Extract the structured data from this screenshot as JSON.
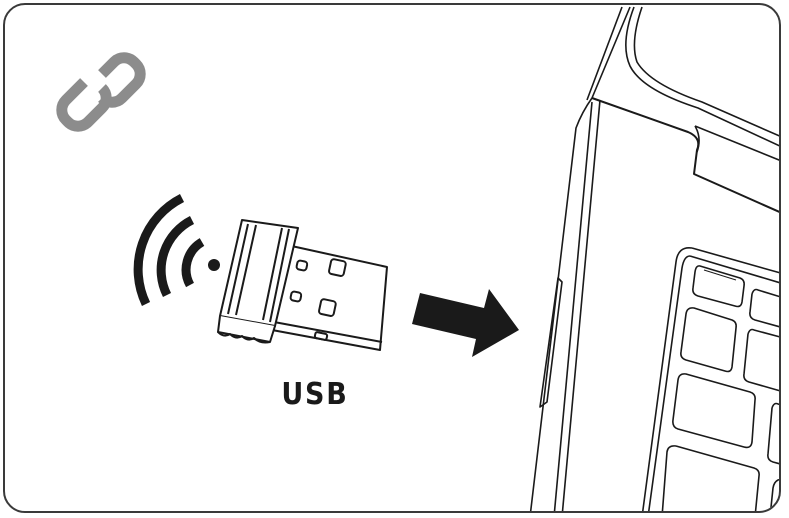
{
  "diagram": {
    "label": "USB",
    "icons": {
      "link": "link-icon",
      "wireless": "wireless-signal-icon",
      "dongle": "usb-dongle",
      "arrow": "insert-arrow",
      "laptop": "laptop"
    },
    "colors": {
      "link_icon": "#8c8c8c",
      "line": "#1a1a1a",
      "frame_border": "#3a3a3a",
      "background": "#ffffff"
    }
  }
}
